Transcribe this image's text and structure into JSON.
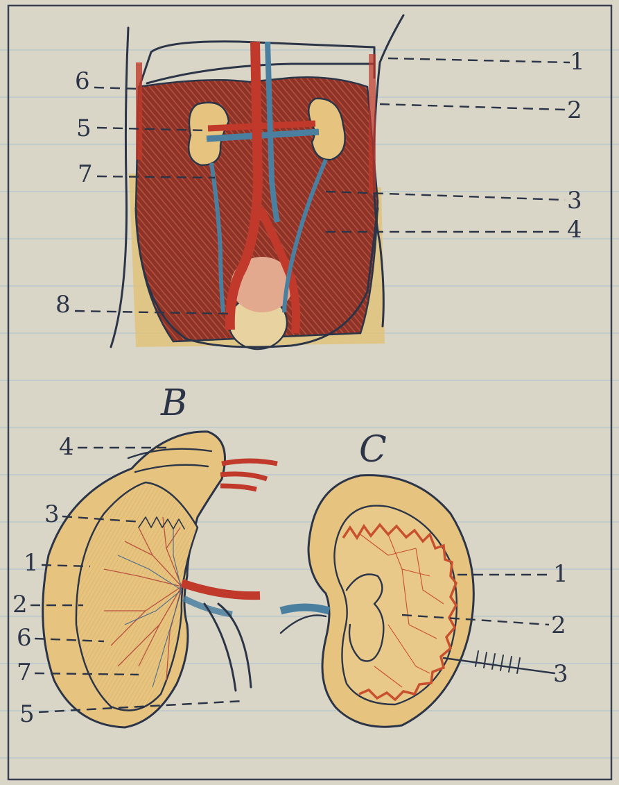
{
  "colors": {
    "paper": "#d9d6c8",
    "rule_line": "#b9c7cc",
    "ink": "#2c3547",
    "muscle": "#9b3a2e",
    "artery": "#c0392b",
    "vein": "#4a7fa0",
    "kidney_fill": "#e6c47f",
    "capsule_yellow": "#e2c070"
  },
  "figure_a": {
    "labels": [
      "1",
      "2",
      "3",
      "4",
      "5",
      "6",
      "7",
      "8"
    ]
  },
  "figure_b": {
    "title": "B",
    "labels": [
      "4",
      "3",
      "1",
      "2",
      "6",
      "7",
      "5"
    ]
  },
  "figure_c": {
    "title": "C",
    "labels": [
      "1",
      "2",
      "3"
    ]
  }
}
